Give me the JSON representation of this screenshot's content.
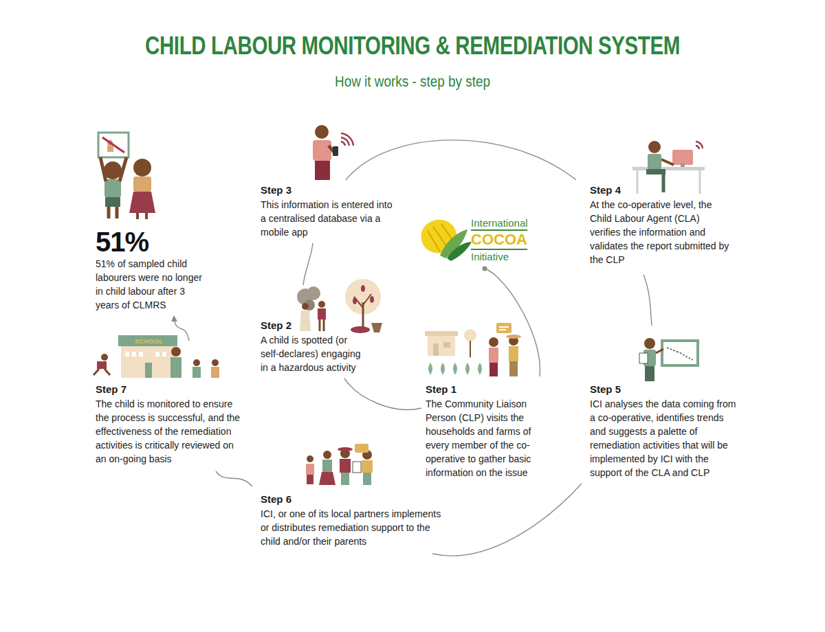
{
  "diagram": {
    "title": "CHILD LABOUR MONITORING & REMEDIATION SYSTEM",
    "nodes": [
      {
        "text": [
          "51%",
          "51% of sampled child labourers were no longer in child labour after 3 years of CLMRS"
        ]
      },
      {
        "text": [
          "Step 1",
          "The Community Liaison Person (CLP) visits the households and farms of every member of the co-operative to gather basic information on the issue"
        ]
      },
      {
        "text": [
          "Step 2",
          "A child is spotted (or self-declares) engaging in a hazardous activity"
        ]
      },
      {
        "text": [
          "Step 3",
          "This information is entered into a centralised database via a mobile app"
        ]
      },
      {
        "text": [
          "Step 4",
          "At the co-operative level, the Child Labour Agent (CLA) verifies the information and validates the report submitted by the CLP"
        ]
      },
      {
        "text": [
          "Step 5",
          "ICI analyses the data coming from a co-operative, identifies trends and suggests a palette of remediation activities that will be implemented by ICI with the support of the CLA and CLP"
        ]
      },
      {
        "text": [
          "Step 6",
          "ICI, or one of its local partners implements or distributes remediation support to the child and/or their parents"
        ]
      },
      {
        "text": [
          "Step 7",
          "The child is monitored to ensure the process is successful, and the effectiveness of the remediation activities is critically reviewed on an on-going basis"
        ]
      },
      {
        "text": [
          "International",
          "COCOA",
          "Initiative"
        ]
      }
    ],
    "edges": [
      {
        "from": 1,
        "to": 2,
        "arrow": "none"
      },
      {
        "from": 2,
        "to": 3,
        "arrow": "none"
      },
      {
        "from": 3,
        "to": 4,
        "arrow": "none"
      },
      {
        "from": 4,
        "to": 5,
        "arrow": "none"
      },
      {
        "from": 5,
        "to": 6,
        "arrow": "none"
      },
      {
        "from": 6,
        "to": 7,
        "arrow": "none"
      },
      {
        "from": 7,
        "to": 0,
        "arrow": "to"
      },
      {
        "from": 1,
        "to": 8,
        "arrow": "none"
      }
    ],
    "labels": [
      "How it works - step by step",
      "SCHOOL"
    ]
  }
}
